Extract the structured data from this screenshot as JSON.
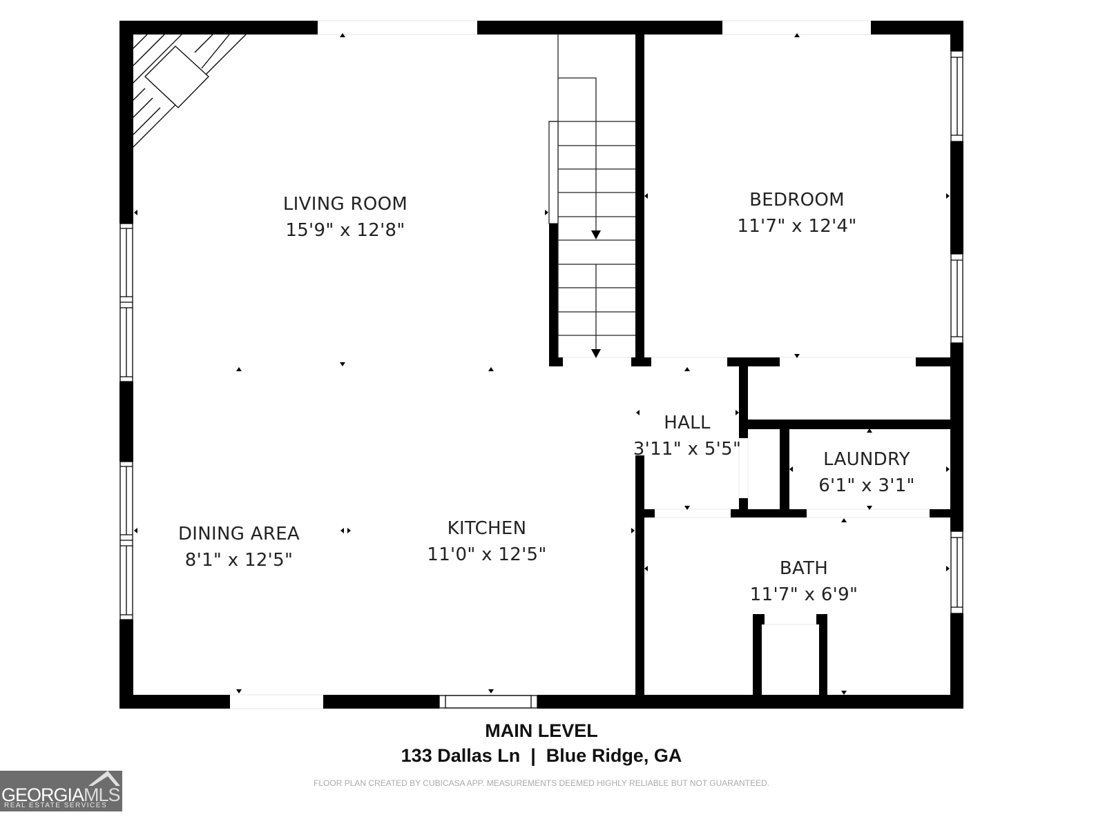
{
  "floor_plan": {
    "level": "MAIN LEVEL",
    "address": "133 Dallas Ln  |  Blue Ridge, GA",
    "disclaimer": "FLOOR PLAN CREATED BY CUBICASA APP. MEASUREMENTS DEEMED HIGHLY RELIABLE BUT NOT GUARANTEED.",
    "rooms": [
      {
        "name": "LIVING ROOM",
        "dims": "15'9\" x 12'8\""
      },
      {
        "name": "BEDROOM",
        "dims": "11'7\" x 12'4\""
      },
      {
        "name": "HALL",
        "dims": "3'11\" x 5'5\""
      },
      {
        "name": "LAUNDRY",
        "dims": "6'1\" x 3'1\""
      },
      {
        "name": "DINING AREA",
        "dims": "8'1\" x 12'5\""
      },
      {
        "name": "KITCHEN",
        "dims": "11'0\" x 12'5\""
      },
      {
        "name": "BATH",
        "dims": "11'7\" x 6'9\""
      }
    ],
    "features": {
      "fireplace": "corner-fireplace-icon",
      "stairs": "staircase-down-icon"
    },
    "colors": {
      "wall": "#000000",
      "background": "#ffffff",
      "text": "#222222",
      "disclaimer": "#aaaaaa",
      "logo_bg": "#6d6d6d"
    }
  },
  "logo": {
    "brand_main": "GEORGIA",
    "brand_accent": "MLS",
    "tagline": "REAL ESTATE SERVICES"
  }
}
